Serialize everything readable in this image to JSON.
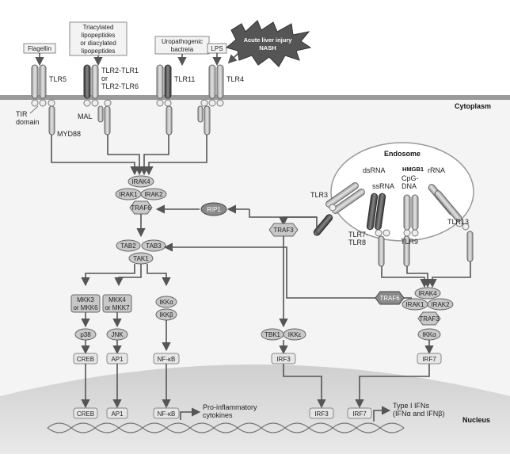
{
  "labels": {
    "flagellin": "Flagellin",
    "lipopeptides_1": "Triacylated",
    "lipopeptides_2": "lipopeptides",
    "lipopeptides_3": "or diacylated",
    "lipopeptides_4": "lipopeptides",
    "bacteria_1": "Uropathogenic",
    "bacteria_2": "bactreia",
    "lps": "LPS",
    "injury_1": "Acute liver injury",
    "injury_2": "NASH",
    "tlr5": "TLR5",
    "tlr2_1": "TLR2-TLR1",
    "tlr2_2": "or",
    "tlr2_3": "TLR2-TLR6",
    "tlr11": "TLR11",
    "tlr4": "TLR4",
    "cytoplasm": "Cytoplasm",
    "tir_1": "TIR",
    "tir_2": "domain",
    "mal": "MAL",
    "myd88": "MYD88",
    "endosome": "Endosome",
    "dsrna": "dsRNA",
    "hmgb1": "HMGB1",
    "ssrna": "ssRNA",
    "cpg_1": "CpG-",
    "cpg_2": "DNA",
    "rrna": "rRNA",
    "tlr3": "TLR3",
    "tlr78_1": "TLR7-",
    "tlr78_2": "TLR8",
    "tlr9": "TLR9",
    "tlr13": "TLR13",
    "irak4": "IRAK4",
    "irak1": "IRAK1",
    "irak2": "IRAK2",
    "traf6": "TRAF6",
    "rip1": "RIP1",
    "tab2": "TAB2",
    "tab3": "TAB3",
    "tak1": "TAK1",
    "traf3": "TRAF3",
    "traf6_b": "TRAF6",
    "irak4_b": "IRAK4",
    "irak1_b": "IRAK1",
    "irak2_b": "IRAK2",
    "traf3_b": "TRAF3",
    "ikka_b": "IKKα",
    "irf7": "IRF7",
    "mkk3_1": "MKK3",
    "mkk3_2": "or MKK6",
    "mkk4_1": "MKK4",
    "mkk4_2": "or MKK7",
    "ikka": "IKKα",
    "ikkb": "IKKβ",
    "p38": "p38",
    "jnk": "JNK",
    "creb": "CREB",
    "ap1": "AP1",
    "nfkb": "NF-κB",
    "tbk1": "TBK1",
    "ikke": "IKKε",
    "irf3": "IRF3",
    "creb_n": "CREB",
    "ap1_n": "AP1",
    "nfkb_n": "NF-κB",
    "proinf_1": "Pro-inflammatory",
    "proinf_2": "cytokines",
    "irf3_n": "IRF3",
    "irf7_n": "IRF7",
    "typei_1": "Type I IFNs",
    "typei_2": "(IFNα and IFNβ)",
    "nucleus": "Nucleus"
  },
  "colors": {
    "membrane": "#9a9a9a",
    "node": "#c8c8c8",
    "node_dark": "#8a8a8a",
    "receptor_light": "#c9c9c9",
    "receptor_dark": "#555555",
    "nucleus": "#dedede"
  }
}
